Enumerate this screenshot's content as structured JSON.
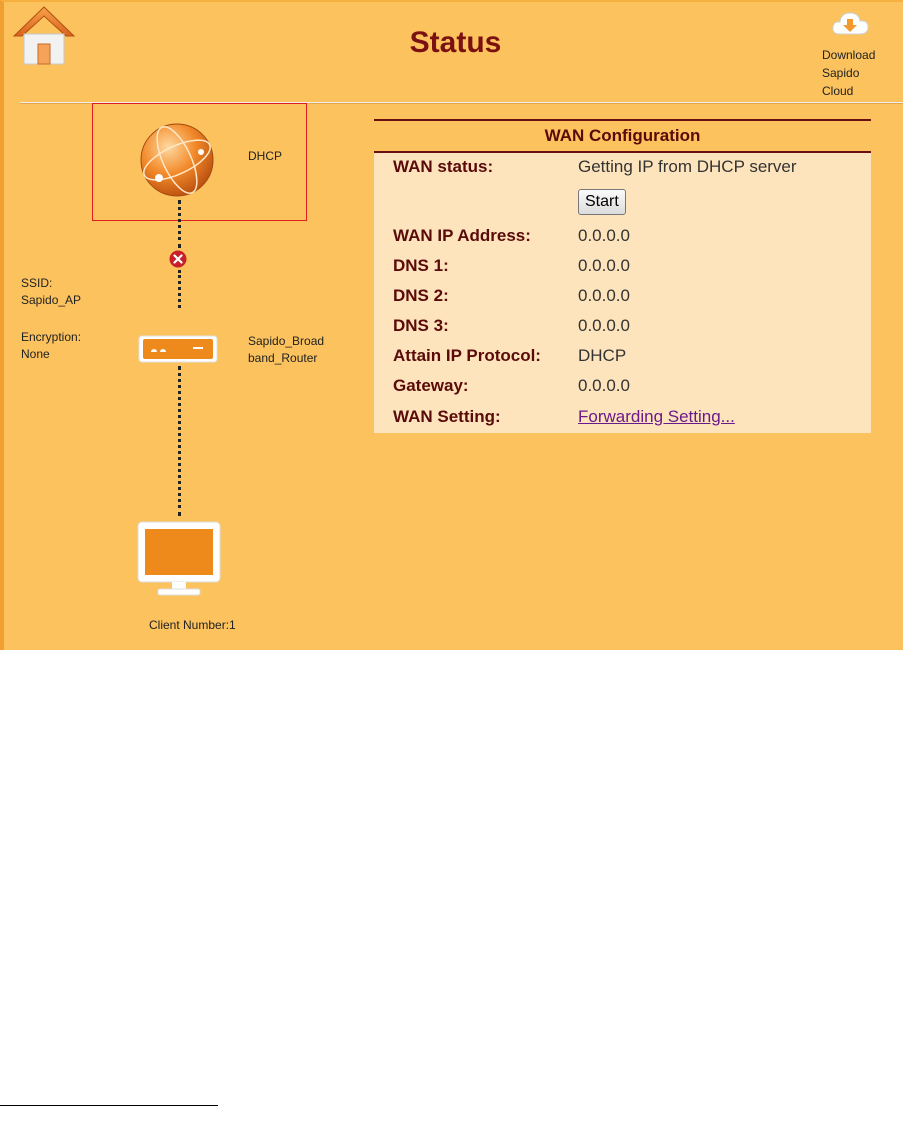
{
  "header": {
    "title": "Status",
    "download_cloud_label": "Download\nSapido\nCloud"
  },
  "topology": {
    "internet_label": "DHCP",
    "ssid_label": "SSID:",
    "ssid_value": "Sapido_AP",
    "encryption_label": "Encryption:",
    "encryption_value": "None",
    "router_name_line1": "Sapido_Broad",
    "router_name_line2": "band_Router",
    "client_number": "Client Number:1"
  },
  "wan": {
    "title": "WAN Configuration",
    "start_button": "Start",
    "rows": [
      {
        "label": "WAN status:",
        "value": "Getting IP from DHCP server"
      },
      {
        "label": "WAN IP Address:",
        "value": "0.0.0.0"
      },
      {
        "label": "DNS 1:",
        "value": "0.0.0.0"
      },
      {
        "label": "DNS 2:",
        "value": "0.0.0.0"
      },
      {
        "label": "DNS 3:",
        "value": "0.0.0.0"
      },
      {
        "label": "Attain IP Protocol:",
        "value": "DHCP"
      },
      {
        "label": "Gateway:",
        "value": "0.0.0.0"
      },
      {
        "label": "WAN Setting:",
        "value": "Forwarding Setting..."
      }
    ]
  },
  "icons": {
    "home": "home-icon",
    "cloud": "cloud-download-icon",
    "globe": "globe-icon",
    "error": "disconnected-icon",
    "router": "router-icon",
    "monitor": "monitor-icon"
  },
  "colors": {
    "panel_bg": "#fbc25d",
    "title": "#7a1010",
    "wan_bg": "#fde4bc",
    "highlight": "#e02020",
    "link": "#6a1a8a"
  }
}
